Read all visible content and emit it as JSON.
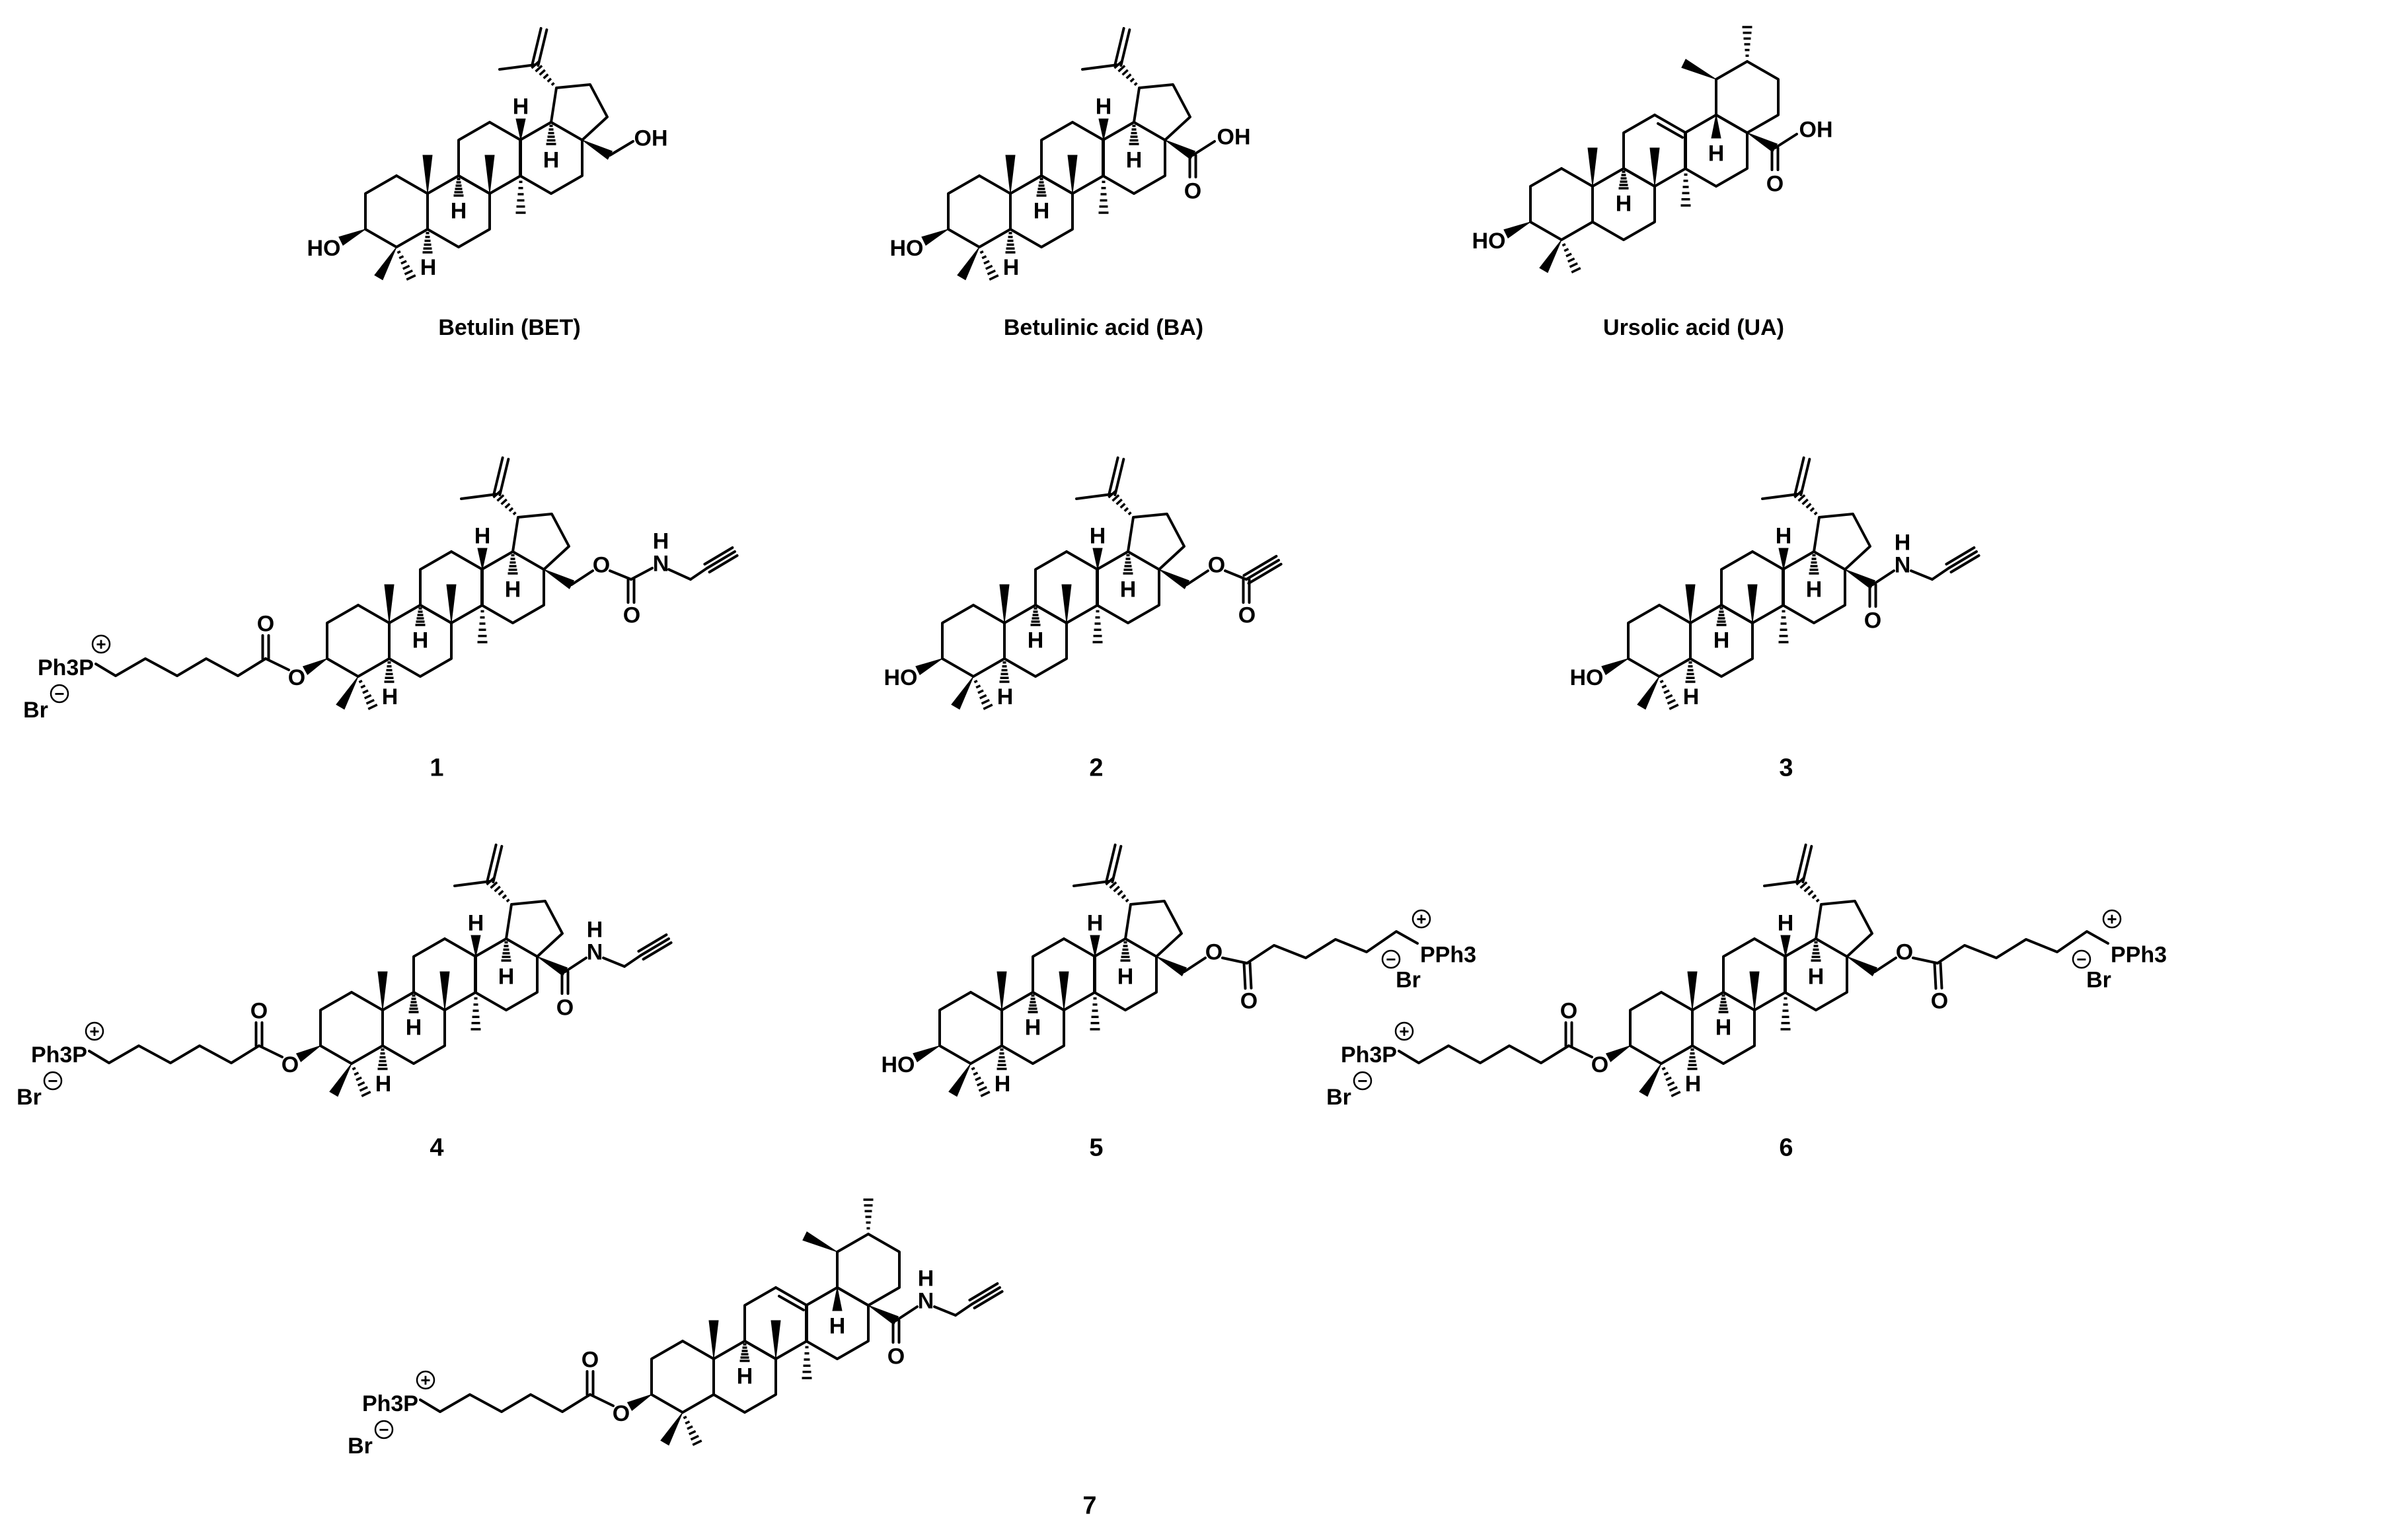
{
  "compounds": [
    {
      "id": "betulin",
      "label": "Betulin (BET)",
      "core": "lupane",
      "left": "hydroxyl",
      "right": "hydroxymethyl"
    },
    {
      "id": "betulinic-acid",
      "label": "Betulinic acid (BA)",
      "core": "lupane",
      "left": "hydroxyl",
      "right": "carboxylic-acid"
    },
    {
      "id": "ursolic-acid",
      "label": "Ursolic acid (UA)",
      "core": "ursane",
      "left": "hydroxyl",
      "right": "carboxylic-acid"
    },
    {
      "id": "1",
      "label": "1",
      "core": "lupane",
      "left": "phosphonium-ester",
      "right": "propargyl-carbamate"
    },
    {
      "id": "2",
      "label": "2",
      "core": "lupane",
      "left": "hydroxyl",
      "right": "propiolate"
    },
    {
      "id": "3",
      "label": "3",
      "core": "lupane",
      "left": "hydroxyl",
      "right": "propargyl-amide"
    },
    {
      "id": "4",
      "label": "4",
      "core": "lupane",
      "left": "phosphonium-ester",
      "right": "propargyl-amide"
    },
    {
      "id": "5",
      "label": "5",
      "core": "lupane",
      "left": "hydroxyl",
      "right": "phosphonium-ester"
    },
    {
      "id": "6",
      "label": "6",
      "core": "lupane",
      "left": "phosphonium-ester",
      "right": "phosphonium-ester"
    },
    {
      "id": "7",
      "label": "7",
      "core": "ursane",
      "left": "phosphonium-ester",
      "right": "propargyl-amide"
    }
  ],
  "atom_labels": {
    "HO": "HO",
    "OH": "OH",
    "O": "O",
    "H": "H",
    "N": "N",
    "Ph3P": "Ph3P",
    "PPh3": "PPh3",
    "Br": "Br",
    "plus": "+",
    "minus": "−"
  },
  "colors": {
    "ink": "#000000",
    "background": "#ffffff"
  }
}
